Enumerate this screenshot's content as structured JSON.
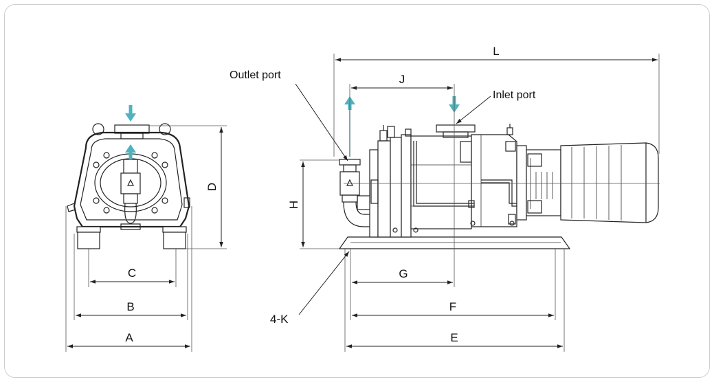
{
  "labels": {
    "outlet_port": "Outlet port",
    "inlet_port": "Inlet port"
  },
  "dimensions": {
    "A": "A",
    "B": "B",
    "C": "C",
    "D": "D",
    "E": "E",
    "F": "F",
    "G": "G",
    "H": "H",
    "J": "J",
    "L": "L",
    "K": "4-K"
  },
  "colors": {
    "flow_arrow": "#4fb3bf",
    "line": "#222222",
    "frame_border": "#cfcfcf"
  }
}
